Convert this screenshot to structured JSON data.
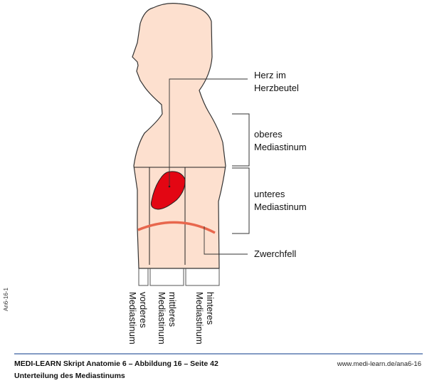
{
  "labels": {
    "heart": [
      "Herz im",
      "Herzbeutel"
    ],
    "upper": [
      "oberes",
      "Mediastinum"
    ],
    "lower": [
      "unteres",
      "Mediastinum"
    ],
    "diaphragm": "Zwerchfell",
    "anterior": [
      "vorderes",
      "Mediastinum"
    ],
    "middle": [
      "mittleres",
      "Mediastinum"
    ],
    "posterior": [
      "hinteres",
      "Mediastinum"
    ]
  },
  "figure_code": "An6-16-1",
  "footer": {
    "title": "MEDI-LEARN Skript Anatomie 6 – Abbildung 16 – Seite 42",
    "subtitle": "Unterteilung des Mediastinums",
    "url": "www.medi-learn.de/ana6-16"
  },
  "colors": {
    "skin": "#fde0cf",
    "heart": "#e30613",
    "diaphragm": "#e8674d",
    "rule": "#3b5fa0"
  }
}
